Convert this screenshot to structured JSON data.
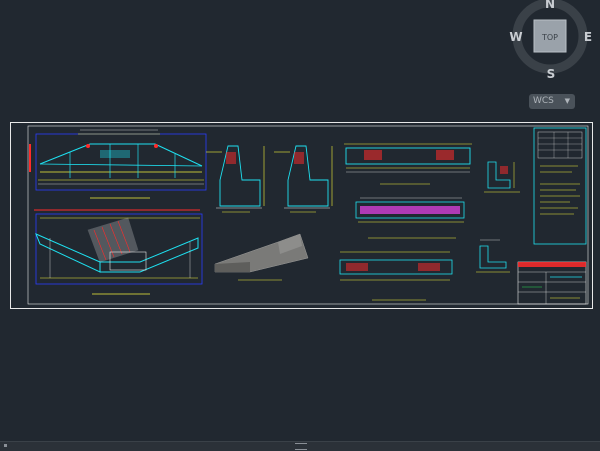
{
  "viewcube": {
    "north": "N",
    "south": "S",
    "east": "E",
    "west": "W",
    "face": "TOP"
  },
  "wcs": {
    "label": "WCS",
    "caret": "▼"
  },
  "colors": {
    "background": "#212830",
    "frame": "#e8e8e8",
    "blue": "#2a3cff",
    "cyan": "#1ee0f0",
    "yellow": "#f2f03a",
    "red": "#ff2a2a",
    "magenta": "#e040e0",
    "green": "#2adf55",
    "gray_solid": "#7a7a78"
  }
}
